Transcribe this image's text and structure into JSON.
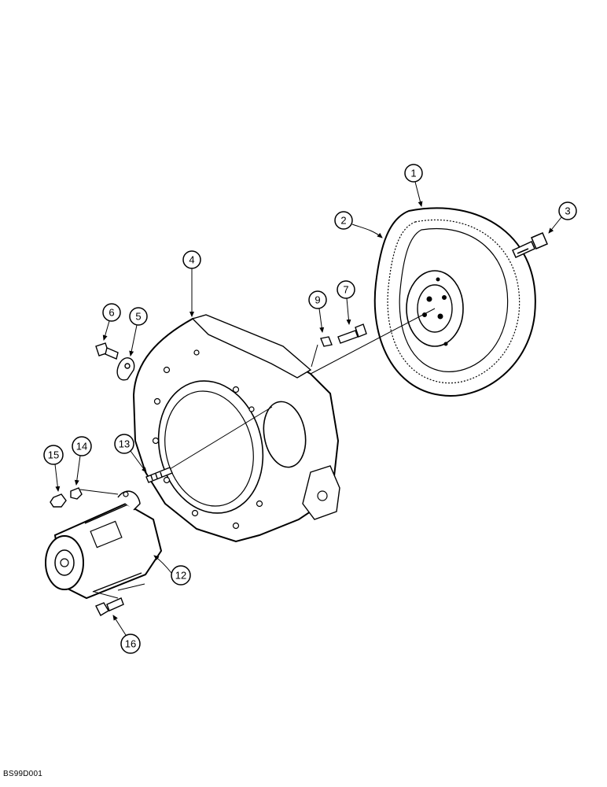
{
  "diagram": {
    "callouts": [
      {
        "id": "c1",
        "label": "1"
      },
      {
        "id": "c2",
        "label": "2"
      },
      {
        "id": "c3",
        "label": "3"
      },
      {
        "id": "c4",
        "label": "4"
      },
      {
        "id": "c5",
        "label": "5"
      },
      {
        "id": "c6",
        "label": "6"
      },
      {
        "id": "c7",
        "label": "7"
      },
      {
        "id": "c9",
        "label": "9"
      },
      {
        "id": "c12",
        "label": "12"
      },
      {
        "id": "c13",
        "label": "13"
      },
      {
        "id": "c14",
        "label": "14"
      },
      {
        "id": "c15",
        "label": "15"
      },
      {
        "id": "c16",
        "label": "16"
      }
    ],
    "reference_code": "BS99D001"
  }
}
